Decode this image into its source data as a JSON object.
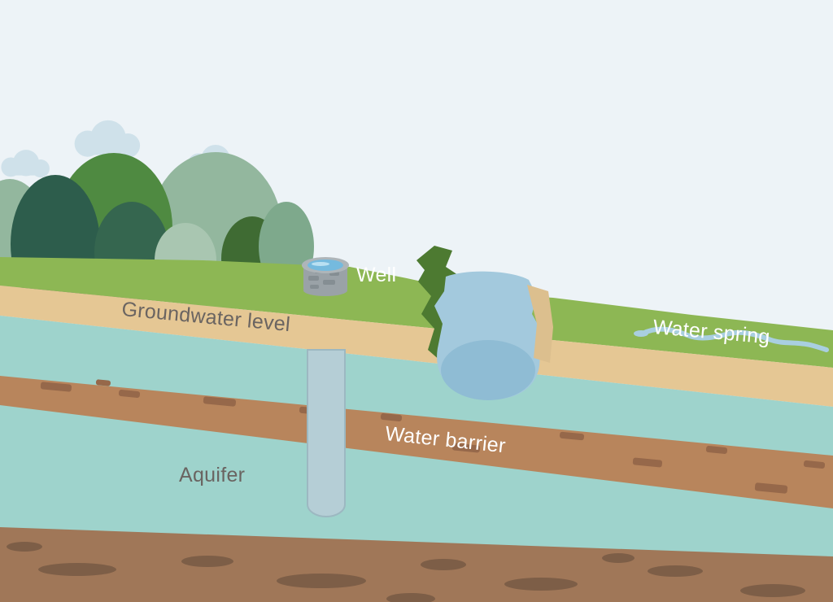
{
  "diagram": {
    "labels": {
      "well": "Well",
      "groundwater_level": "Groundwater level",
      "water_spring": "Water spring",
      "water_barrier": "Water barrier",
      "aquifer": "Aquifer"
    },
    "colors": {
      "sky": "#edf3f7",
      "grass": "#8db754",
      "sand": "#e5c794",
      "aquifer_water": "#9ed3cc",
      "barrier": "#b8855c",
      "barrier_rock": "#96684a",
      "bedrock": "#a07758",
      "bedrock_rock": "#7d5e47",
      "lake_water": "#a3c9dd",
      "lake_deep": "#8fbcd4",
      "bank_green": "#4d7a31",
      "cliff_sand": "#dcbf8e",
      "well_stone": "#9aa2a7",
      "well_stone_dark": "#858e93",
      "well_rim": "#aeb5b9",
      "well_water": "#75bade",
      "well_water_light": "#b9e0f2",
      "shaft": "#b5ced6",
      "spring": "#a9cfe0",
      "cloud": "#cfe1ea",
      "tree_sage": "#93b79e",
      "tree_green": "#4f8a41",
      "tree_dark": "#2d5d4c",
      "tree_dark2": "#35664f",
      "tree_pale": "#a9c6b1",
      "tree_olive": "#3f6b33",
      "tree_gray": "#7ea98c",
      "label_dark": "#6a6461",
      "label_light": "#ffffff"
    }
  }
}
